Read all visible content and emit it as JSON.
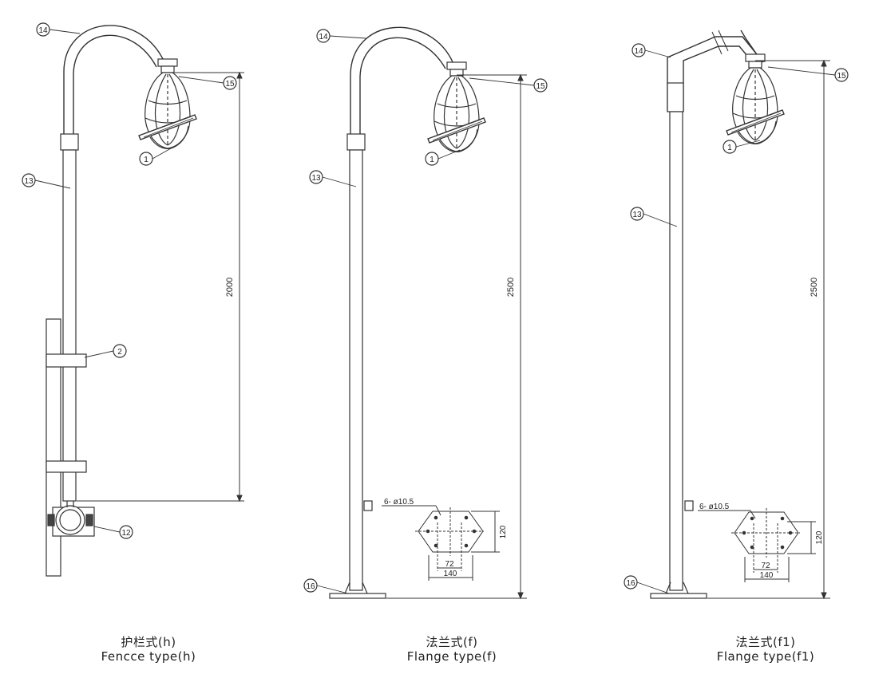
{
  "panels": [
    {
      "caption_cn": "护栏式(h)",
      "caption_en": "Fencce type(h)",
      "callouts": [
        "14",
        "15",
        "1",
        "13",
        "2",
        "12"
      ],
      "dimension": "2000"
    },
    {
      "caption_cn": "法兰式(f)",
      "caption_en": "Flange type(f)",
      "callouts": [
        "14",
        "15",
        "1",
        "13",
        "16"
      ],
      "dimension": "2500",
      "flange": {
        "holes": "6- ø10.5",
        "height": "120",
        "inner": "72",
        "width": "140"
      }
    },
    {
      "caption_cn": "法兰式(f1)",
      "caption_en": "Flange type(f1)",
      "callouts": [
        "14",
        "15",
        "1",
        "13",
        "16"
      ],
      "dimension": "2500",
      "flange": {
        "holes": "6- ø10.5",
        "height": "120",
        "inner": "72",
        "width": "140"
      }
    }
  ]
}
